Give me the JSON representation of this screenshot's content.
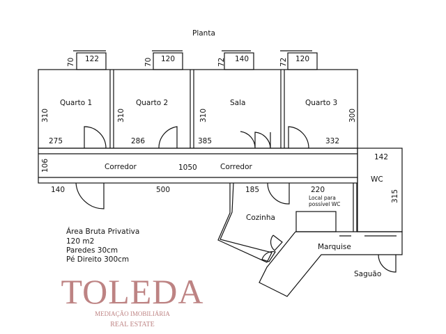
{
  "title": "Planta",
  "rooms": {
    "quarto1": "Quarto 1",
    "quarto2": "Quarto 2",
    "sala": "Sala",
    "quarto3": "Quarto 3",
    "corredor_left": "Corredor",
    "corredor_right": "Corredor",
    "wc": "WC",
    "cozinha": "Cozinha",
    "marquise": "Marquise",
    "saguao": "Saguão",
    "local_wc_line1": "Local para",
    "local_wc_line2": "possível WC"
  },
  "dimensions": {
    "win1_w": "122",
    "win1_h": "70",
    "win2_w": "120",
    "win2_h": "70",
    "win3_w": "140",
    "win3_h": "72",
    "win4_w": "120",
    "win4_h": "72",
    "q1_h": "310",
    "q2_h": "310",
    "sala_h": "310",
    "q3_h": "300",
    "q1_w": "275",
    "q2_w": "286",
    "sala_w": "385",
    "q3_w": "332",
    "corr_h": "106",
    "corr_len": "1050",
    "wc_w": "142",
    "wc_h": "315",
    "bottom_140": "140",
    "bottom_500": "500",
    "coz_185": "185",
    "coz_220": "220"
  },
  "info": {
    "line1": "Área Bruta Privativa",
    "line2": "120 m2",
    "line3": "Paredes 30cm",
    "line4": "Pé Direito 300cm"
  },
  "watermark": {
    "brand": "TOLEDA",
    "line1": "MEDIAÇÃO IMOBILIÁRIA",
    "line2": "REAL ESTATE"
  }
}
